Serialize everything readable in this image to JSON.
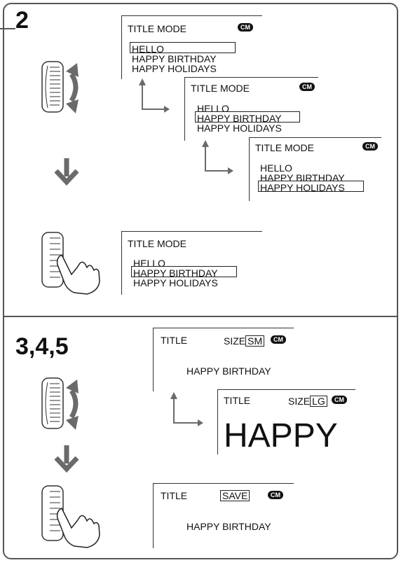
{
  "steps": {
    "s2": "2",
    "s345": "3,4,5"
  },
  "title_mode_menu": {
    "header": "TITLE MODE",
    "items": [
      "HELLO",
      "HAPPY BIRTHDAY",
      "HAPPY HOLIDAYS"
    ]
  },
  "title_screens": {
    "title_label": "TITLE",
    "size_label": "SIZE",
    "size_small": "SM",
    "size_large": "LG",
    "save_label": "SAVE",
    "caption_text": "HAPPY BIRTHDAY",
    "large_text": "HAPPY"
  },
  "cassette_icon_text": "CM",
  "colors": {
    "frame": "#555555",
    "arrow": "#6a6a6a",
    "text": "#111111"
  }
}
